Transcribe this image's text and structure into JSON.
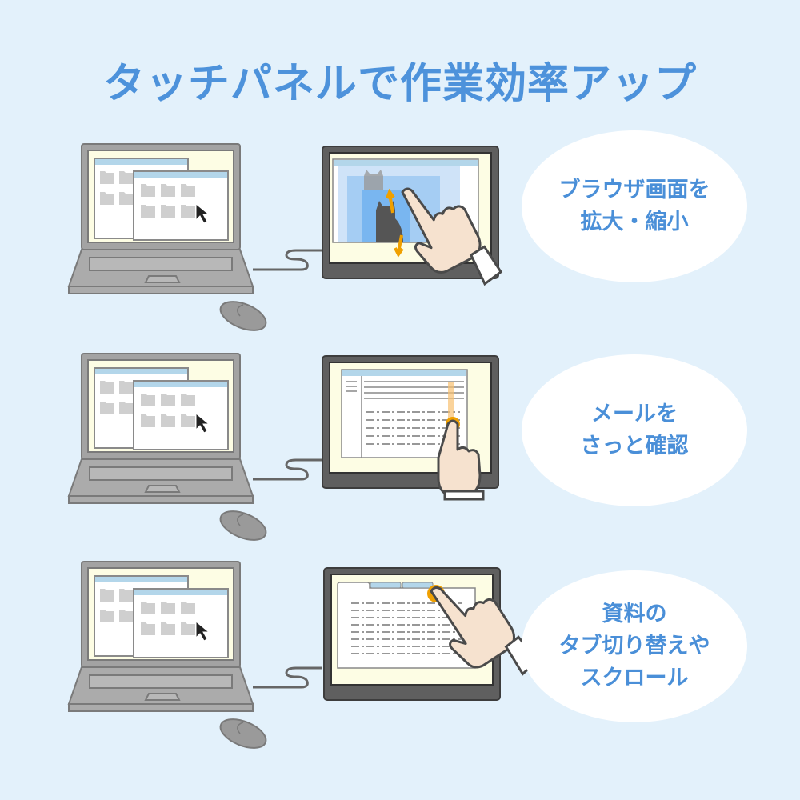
{
  "title": "タッチパネルで作業効率アップ",
  "features": [
    {
      "lines": [
        "ブラウザ画面を",
        "拡大・縮小"
      ]
    },
    {
      "lines": [
        "メールを",
        "さっと確認"
      ]
    },
    {
      "lines": [
        "資料の",
        "タブ切り替えや",
        "スクロール"
      ]
    }
  ],
  "colors": {
    "background": "#e3f1fb",
    "accent": "#4d92db",
    "touch": "#f0a000"
  }
}
